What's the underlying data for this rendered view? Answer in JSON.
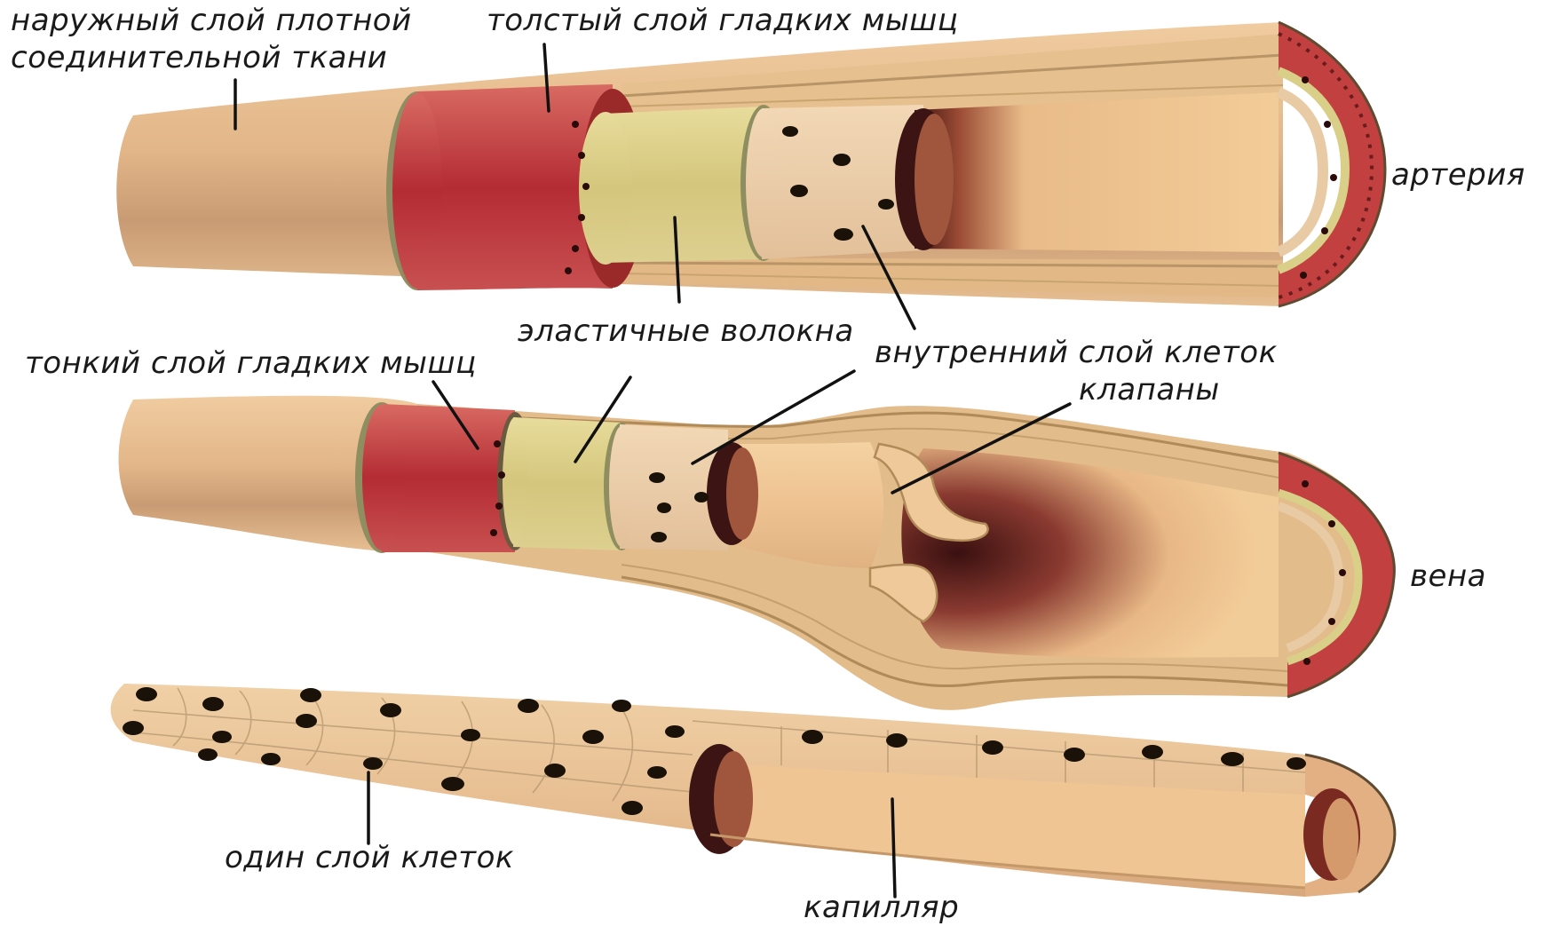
{
  "labels": {
    "outer_layer_line1": "наружный слой плотной",
    "outer_layer_line2": "соединительной ткани",
    "thick_muscle": "толстый слой гладких мышц",
    "artery": "артерия",
    "elastic_fibers": "эластичные волокна",
    "inner_cells": "внутренний слой клеток",
    "thin_muscle": "тонкий слой гладких мышц",
    "valves": "клапаны",
    "vein": "вена",
    "one_cell_layer": "один слой клеток",
    "capillary": "капилляр"
  },
  "colors": {
    "outer_tissue": "#e4b98c",
    "muscle": "#b8323a",
    "elastic": "#d9cf88",
    "inner_cells": "#e8caa4",
    "lumen": "#f0c694",
    "lumen_dark": "#4a1818",
    "nucleus": "#1a1108",
    "wall_edge": "#8c8c5c"
  }
}
